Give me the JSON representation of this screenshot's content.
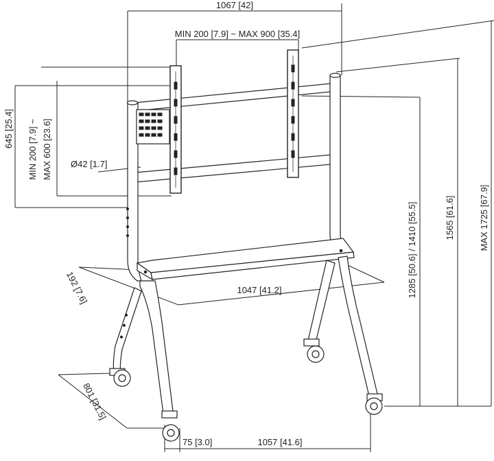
{
  "dimensions": {
    "overall_width": "1067 [42]",
    "vesa_horizontal": "MIN 200 [7.9] ~ MAX 900 [35.4]",
    "upright_top_height": "645 [25.4]",
    "vesa_vertical_line1": "MIN 200 [7.9] ~",
    "vesa_vertical_line2": "MAX 600 [23.6]",
    "tube_diameter": "Ø42 [1.7]",
    "shelf_depth": "192 [7.6]",
    "shelf_width": "1047 [41.2]",
    "mount_height": "1285 [50.6] / 1410 [55.5]",
    "upright_height": "1565 [61.6]",
    "max_height": "MAX 1725 [67.9]",
    "base_depth": "801 [31.5]",
    "caster_width": "75 [3.0]",
    "base_width": "1057 [41.6]"
  },
  "colors": {
    "line": "#222222",
    "background": "#ffffff"
  }
}
